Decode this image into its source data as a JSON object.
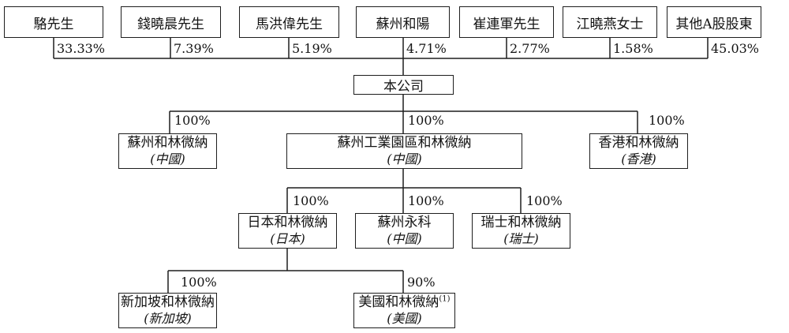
{
  "diagram": {
    "type": "shareholding-structure",
    "company": {
      "label": "本公司"
    },
    "shareholders": [
      {
        "label": "駱先生",
        "percent": "33.33%"
      },
      {
        "label": "錢曉晨先生",
        "percent": "7.39%"
      },
      {
        "label": "馬洪偉先生",
        "percent": "5.19%"
      },
      {
        "label": "蘇州和陽",
        "percent": "4.71%"
      },
      {
        "label": "崔連軍先生",
        "percent": "2.77%"
      },
      {
        "label": "江曉燕女士",
        "percent": "1.58%"
      },
      {
        "label": "其他A股股東",
        "percent": "45.03%"
      }
    ],
    "subsidiaries_l1": [
      {
        "name": "蘇州和林微納",
        "jurisdiction": "(中國)",
        "percent": "100%"
      },
      {
        "name": "蘇州工業園區和林微納",
        "jurisdiction": "(中國)",
        "percent": "100%"
      },
      {
        "name": "香港和林微納",
        "jurisdiction": "(香港)",
        "percent": "100%"
      }
    ],
    "subsidiaries_l2": [
      {
        "name": "日本和林微納",
        "jurisdiction": "(日本)",
        "percent": "100%"
      },
      {
        "name": "蘇州永科",
        "jurisdiction": "(中國)",
        "percent": "100%"
      },
      {
        "name": "瑞士和林微納",
        "jurisdiction": "(瑞士)",
        "percent": "100%"
      }
    ],
    "subsidiaries_l3": [
      {
        "name": "新加坡和林微納",
        "jurisdiction": "(新加坡)",
        "percent": "100%"
      },
      {
        "name": "美國和林微納",
        "footnote": "(1)",
        "jurisdiction": "(美國)",
        "percent": "90%"
      }
    ],
    "line_color": "#1e1e1e"
  }
}
